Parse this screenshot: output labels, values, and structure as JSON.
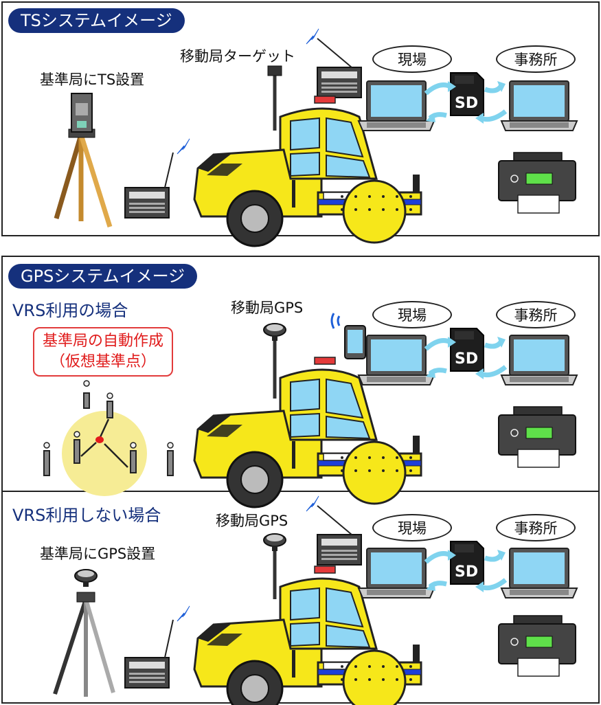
{
  "ts_section": {
    "title": "TSシステムイメージ",
    "base_label": "基準局にTS設置",
    "rover_label": "移動局ターゲット",
    "site_label": "現場",
    "office_label": "事務所",
    "sd_label": "SD"
  },
  "gps_section": {
    "title": "GPSシステムイメージ",
    "vrs": {
      "heading": "VRS利用の場合",
      "rover_label": "移動局GPS",
      "virtual_line1": "基準局の自動作成",
      "virtual_line2": "（仮想基準点）",
      "site_label": "現場",
      "office_label": "事務所",
      "sd_label": "SD"
    },
    "no_vrs": {
      "heading": "VRS利用しない場合",
      "base_label": "基準局にGPS設置",
      "rover_label": "移動局GPS",
      "site_label": "現場",
      "office_label": "事務所",
      "sd_label": "SD"
    }
  },
  "colors": {
    "heading_blue": "#15307c",
    "roller_yellow": "#f6e71a",
    "virtual_red": "#e01b1b",
    "arrow_cyan": "#7fd3ee"
  }
}
